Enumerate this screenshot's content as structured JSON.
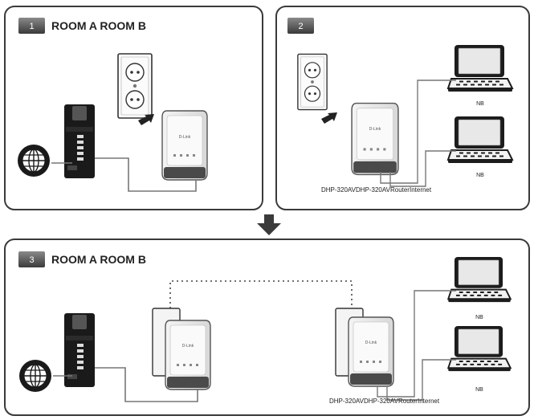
{
  "panels": [
    {
      "step": "1",
      "title": "ROOM A ROOM B"
    },
    {
      "step": "2",
      "title": ""
    },
    {
      "step": "3",
      "title": "ROOM A ROOM B"
    }
  ],
  "labels": {
    "nb": "NB",
    "device_line": "DHP-320AVDHP-320AVRouterInternet",
    "brand": "D-Link"
  },
  "colors": {
    "border": "#3a3a3a",
    "device_dark": "#1a1a1a",
    "cable": "#777777",
    "step_badge": "#4a4a4a"
  },
  "icons": [
    "globe-icon",
    "router-icon",
    "wall-outlet-icon",
    "powerline-adapter-icon",
    "laptop-icon",
    "arrow-down-icon",
    "plug-arrow-icon"
  ]
}
